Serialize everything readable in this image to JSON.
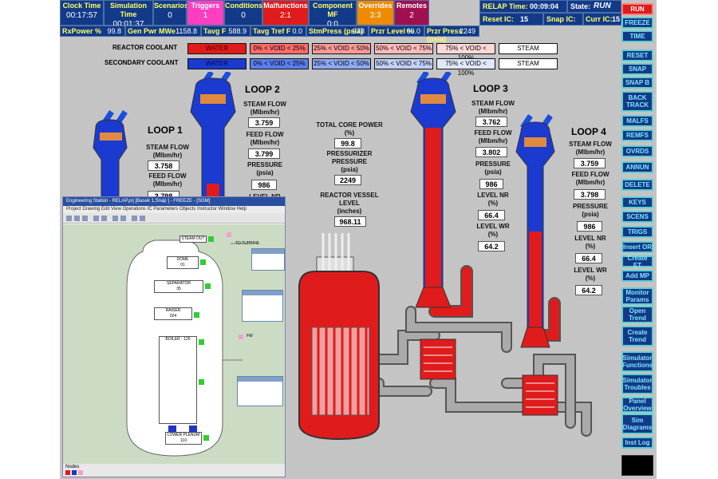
{
  "header": {
    "row1": [
      {
        "label": "Clock Time",
        "value": "00:17:57",
        "style": ""
      },
      {
        "label": "Simulation Time",
        "value": "00:01:37",
        "style": ""
      },
      {
        "label": "Scenarios",
        "value": "0",
        "style": ""
      },
      {
        "label": "Triggers",
        "value": "1",
        "style": "pink"
      },
      {
        "label": "Conditions",
        "value": "0",
        "style": ""
      },
      {
        "label": "Malfunctions",
        "value": "2:1",
        "style": "red"
      },
      {
        "label": "Component MF",
        "value": "0:0",
        "style": ""
      },
      {
        "label": "Overrides",
        "value": "3:3",
        "style": "orange"
      },
      {
        "label": "Remotes",
        "value": "2",
        "style": "dred"
      }
    ],
    "relap_time_label": "RELAP Time:",
    "relap_time_value": "00:09:04",
    "status_label": "State:",
    "status_value": "RUN",
    "reset_ic_label": "Reset IC:",
    "reset_ic_value": "15",
    "snap_ic_label": "Snap IC:",
    "snap_ic_value": "",
    "curr_ic_label": "Curr IC:",
    "curr_ic_value": "15",
    "row3": [
      {
        "label": "RxPower %",
        "value": "99.8"
      },
      {
        "label": "Gen Pwr MWe",
        "value": "1158.8"
      },
      {
        "label": "Tavg F",
        "value": "588.9"
      },
      {
        "label": "Tavg Tref F",
        "value": "0.0"
      },
      {
        "label": "StmPress (psia)",
        "value": "978"
      },
      {
        "label": "Przr Level %",
        "value": "60.0"
      },
      {
        "label": "Przr Press (psia)",
        "value": "2249"
      }
    ]
  },
  "side_buttons": [
    {
      "label": "RUN",
      "style": "red"
    },
    {
      "label": "FREEZE",
      "style": ""
    },
    {
      "label": "TIME",
      "style": ""
    },
    {
      "label": "RESET",
      "style": ""
    },
    {
      "label": "SNAP",
      "style": ""
    },
    {
      "label": "SNAP B",
      "style": ""
    },
    {
      "label": "BACK TRACK",
      "style": ""
    },
    {
      "label": "MALFS",
      "style": ""
    },
    {
      "label": "REMFS",
      "style": ""
    },
    {
      "label": "OVRDS",
      "style": ""
    },
    {
      "label": "ANNUN",
      "style": ""
    },
    {
      "label": "DELETE",
      "style": ""
    },
    {
      "label": "KEYS",
      "style": ""
    },
    {
      "label": "SCENS",
      "style": ""
    },
    {
      "label": "TRIGS",
      "style": ""
    },
    {
      "label": "Insert OR",
      "style": ""
    },
    {
      "label": "Create ET",
      "style": ""
    },
    {
      "label": "Add MP",
      "style": ""
    },
    {
      "label": "Monitor Params",
      "style": ""
    },
    {
      "label": "Open Trend",
      "style": ""
    },
    {
      "label": "Create Trend",
      "style": ""
    },
    {
      "label": "Simulator Functions",
      "style": ""
    },
    {
      "label": "Simulator Troubles",
      "style": ""
    },
    {
      "label": "Panel Overview",
      "style": ""
    },
    {
      "label": "Sim Diagrams",
      "style": ""
    },
    {
      "label": "Inst Log",
      "style": ""
    },
    {
      "label": "",
      "style": "blk"
    }
  ],
  "legend": {
    "reactor_label": "REACTOR COOLANT",
    "secondary_label": "SECONDARY COOLANT",
    "reactor_items": [
      "WATER",
      "0% < VOID < 25%",
      "25% < VOID < 50%",
      "50% < VOID < 75%",
      "75% < VOID < 100%",
      "STEAM"
    ],
    "secondary_items": [
      "WATER",
      "0% < VOID < 25%",
      "25% < VOID < 50%",
      "50% < VOID < 75%",
      "75% < VOID < 100%",
      "STEAM"
    ]
  },
  "loops": {
    "loop1": {
      "title": "LOOP 1",
      "steam_flow": "3.758",
      "feed_flow": "3.798"
    },
    "loop2": {
      "title": "LOOP 2",
      "steam_flow": "3.759",
      "feed_flow": "3.799",
      "pressure": "986",
      "level_nr_label": "LEVEL NR"
    },
    "loop3": {
      "title": "LOOP 3",
      "steam_flow": "3.762",
      "feed_flow": "3.802",
      "pressure": "986",
      "level_nr": "66.4",
      "level_wr": "64.2"
    },
    "loop4": {
      "title": "LOOP 4",
      "steam_flow": "3.759",
      "feed_flow": "3.798",
      "pressure": "986",
      "level_nr": "66.4",
      "level_wr": "64.2"
    }
  },
  "labels": {
    "steam_flow": "STEAM FLOW",
    "feed_flow": "FEED FLOW",
    "flow_unit": "(Mlbm/hr)",
    "pressure": "PRESSURE",
    "psia": "(psia)",
    "level_nr": "LEVEL NR",
    "level_wr": "LEVEL WR",
    "pct": "(%)"
  },
  "center": {
    "core_power_label": "TOTAL CORE POWER",
    "core_power_unit": "(%)",
    "core_power_value": "99.8",
    "pzr_label": "PRESSURIZER",
    "pzr_label2": "PRESSURE",
    "pzr_unit": "(psia)",
    "pzr_value": "2249",
    "rv_label": "REACTOR VESSEL",
    "rv_label2": "LEVEL",
    "rv_unit": "(inches)",
    "rv_value": "968.11"
  },
  "eng": {
    "title": "Engineering Station - RELAP.prj [Basek 1,Snap ] - FREEZE - [SGM]",
    "menu": "Project  Drawing  Edit  View  Operations  IC  Parameters  Objects  Instructor  Window  Help",
    "blocks": {
      "steam_out": "STEAM OUT",
      "to_turbine": "TO TURBINE",
      "dome": "DOME",
      "dome_n": "01",
      "separator": "SEPARATOR",
      "separator_n": "35",
      "riser": "RAISER",
      "riser_n": "024",
      "boiler": "BOILER - 120",
      "lower_plenum": "LOWER PLENUM",
      "lower_plenum_n": "110",
      "fw": "FW"
    },
    "status": "Nodes"
  }
}
